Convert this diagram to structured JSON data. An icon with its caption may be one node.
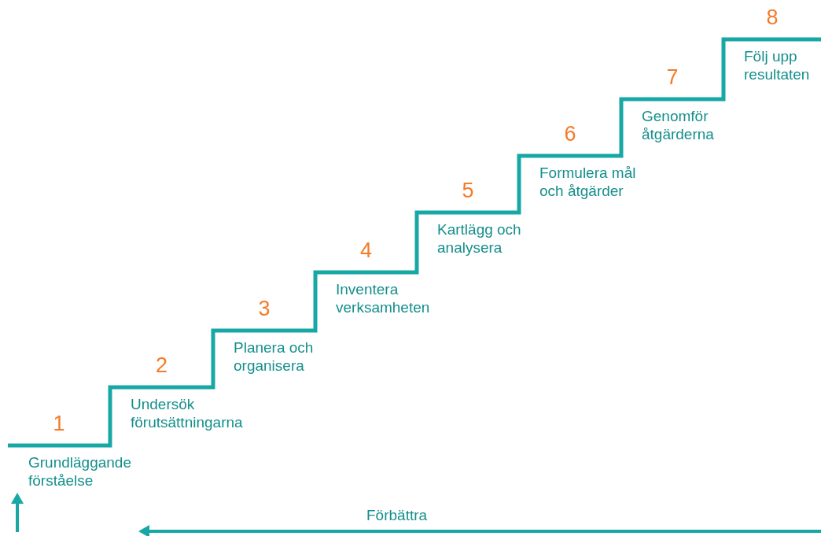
{
  "diagram": {
    "labels": [
      "1",
      "Grundläggande förståelse",
      "2",
      "Undersök förutsättningarna",
      "3",
      "Planera och organisera",
      "4",
      "Inventera verksamheten",
      "5",
      "Kartlägg och analysera",
      "6",
      "Formulera mål och åtgärder",
      "7",
      "Genomför åtgärderna",
      "8",
      "Följ upp resultaten",
      "Förbättra"
    ]
  }
}
